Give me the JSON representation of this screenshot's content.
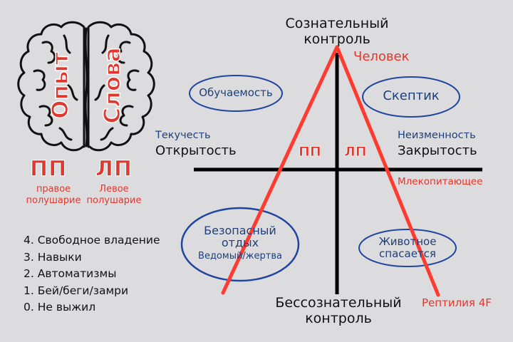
{
  "brain": {
    "left_word": "Опыт",
    "right_word": "Слова",
    "left_abbr": "ПП",
    "right_abbr": "ЛП",
    "left_caption": [
      "правое",
      "полушарие"
    ],
    "right_caption": [
      "Левое",
      "полушарие"
    ]
  },
  "axes": {
    "top_label": [
      "Сознательный",
      "контроль"
    ],
    "bottom_label": [
      "Бессознательный",
      "контроль"
    ],
    "left_label_top": "Текучесть",
    "left_label_main": "Открытость",
    "right_label_top": "Неизменность",
    "right_label_main": "Закрытость",
    "center_left": "ПП",
    "center_right": "ЛП"
  },
  "triangle": {
    "apex_label": "Человек",
    "middle_label": "Млекопитающее",
    "base_label": "Рептилия 4F"
  },
  "quadrants": {
    "top_left": "Обучаемость",
    "top_right": "Скептик",
    "bottom_left": [
      "Безопасный",
      "отдых",
      "Ведомый/жертва"
    ],
    "bottom_right": [
      "Животное",
      "спасается"
    ]
  },
  "levels": [
    "4. Свободное владение",
    "3. Навыки",
    "2. Автоматизмы",
    "1. Бей/беги/замри",
    "0. Не выжил"
  ],
  "colors": {
    "background": "#dcdcde",
    "accent_red": "#e0372f",
    "triangle_red": "#ff3b30",
    "ellipse_blue": "#1f45a0",
    "text_blue": "#1f3f7a",
    "axis_black": "#000000"
  }
}
